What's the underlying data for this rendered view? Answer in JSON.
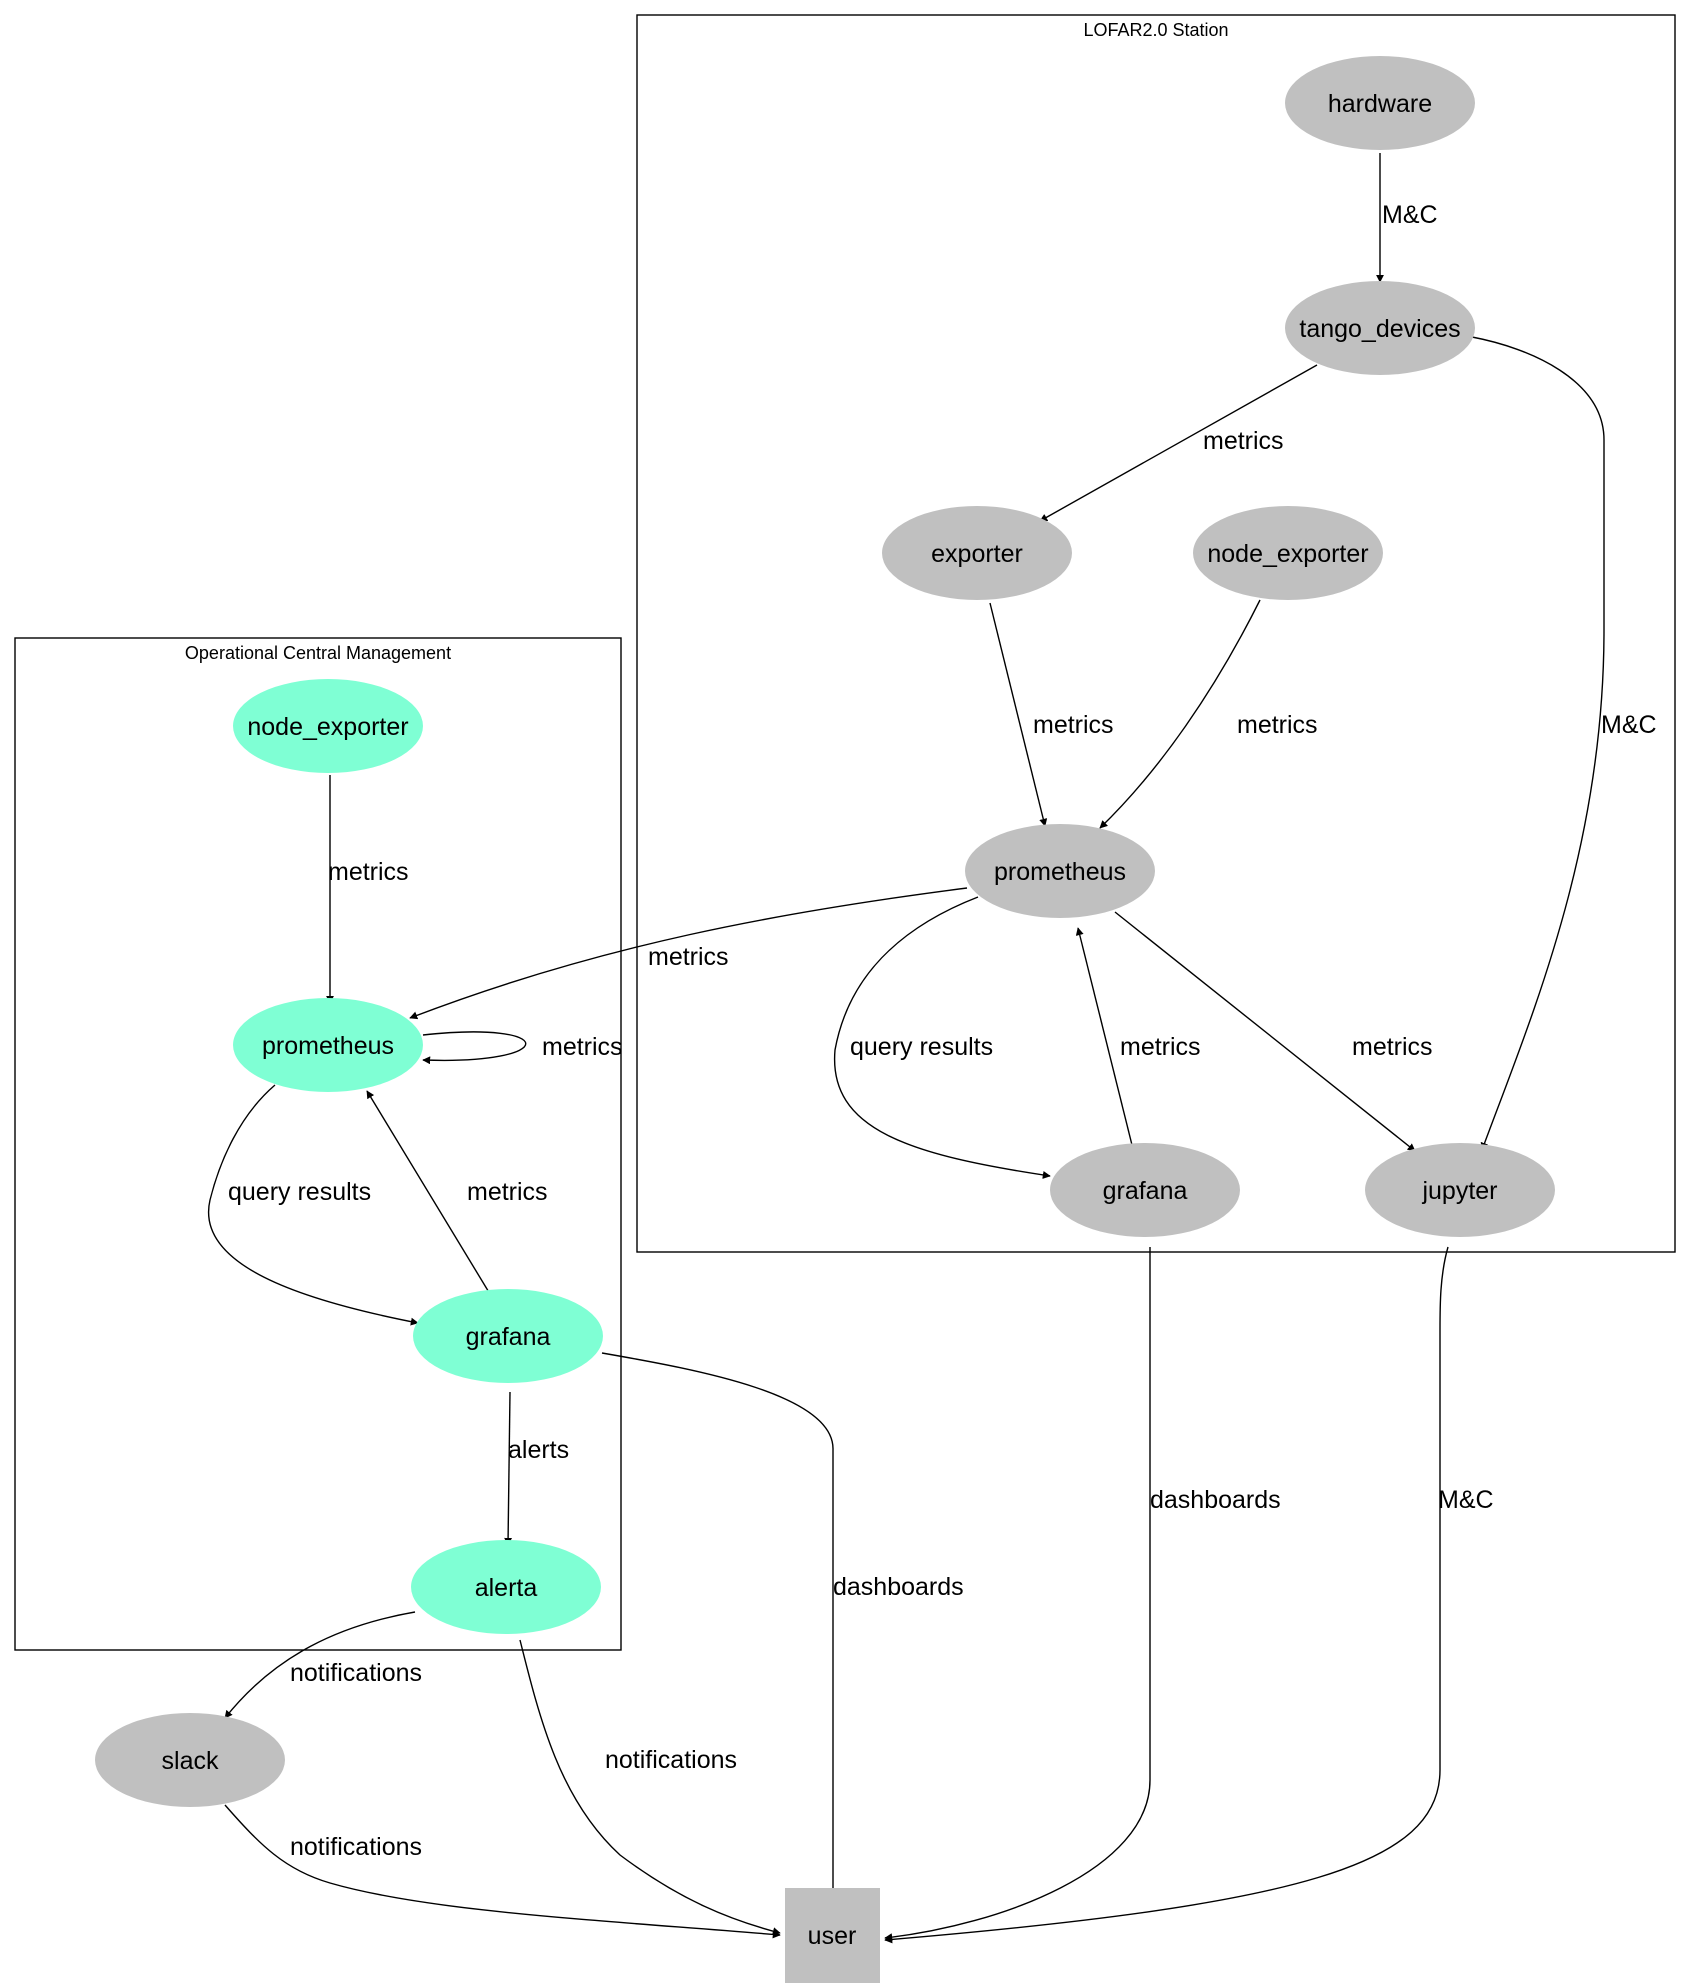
{
  "clusters": {
    "station": {
      "label": "LOFAR2.0 Station"
    },
    "ocm": {
      "label": "Operational Central Management"
    }
  },
  "nodes": {
    "st_hardware": "hardware",
    "st_tango": "tango_devices",
    "st_exporter": "exporter",
    "st_node_exporter": "node_exporter",
    "st_prometheus": "prometheus",
    "st_grafana": "grafana",
    "st_jupyter": "jupyter",
    "ocm_node_exporter": "node_exporter",
    "ocm_prometheus": "prometheus",
    "ocm_grafana": "grafana",
    "ocm_alerta": "alerta",
    "slack": "slack",
    "user": "user"
  },
  "edges": {
    "hw_tango": "M&C",
    "tango_exporter": "metrics",
    "tango_jupyter": "M&C",
    "exporter_prom": "metrics",
    "nodeexp_prom": "metrics",
    "stprom_ocmprom": "metrics",
    "stprom_grafana": "query results",
    "stgrafana_prom": "metrics",
    "stprom_jupyter": "metrics",
    "stgrafana_user": "dashboards",
    "jupyter_user": "M&C",
    "ocm_nodeexp_prom": "metrics",
    "ocm_prom_self": "metrics",
    "ocm_prom_grafana": "query results",
    "ocm_grafana_prom": "metrics",
    "ocm_grafana_alerta": "alerts",
    "ocm_grafana_user": "dashboards",
    "alerta_slack": "notifications",
    "alerta_user": "notifications",
    "slack_user": "notifications"
  },
  "colors": {
    "station_node": "#c0c0c0",
    "ocm_node": "#7fffd4",
    "external_node": "#c0c0c0",
    "edge": "#000000"
  }
}
